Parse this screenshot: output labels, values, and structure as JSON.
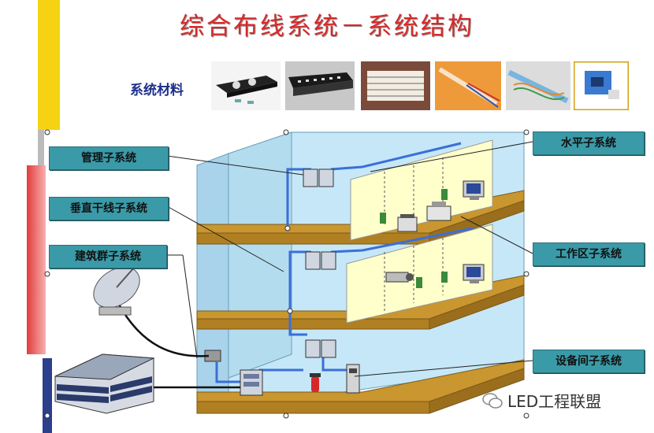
{
  "title": "综合布线系统－系统结构",
  "materials": {
    "label": "系统材料",
    "items": [
      {
        "name": "patch-panel-open-icon"
      },
      {
        "name": "patch-panel-rj45-icon"
      },
      {
        "name": "cross-connect-block-icon"
      },
      {
        "name": "fiber-cable-icon"
      },
      {
        "name": "twisted-pair-cable-icon"
      },
      {
        "name": "rj45-module-icon"
      }
    ]
  },
  "labels": {
    "management": "管理子系统",
    "vertical": "垂直干线子系统",
    "campus": "建筑群子系统",
    "horizontal": "水平子系统",
    "workarea": "工作区子系统",
    "equipment": "设备间子系统"
  },
  "watermark": "LED工程联盟",
  "colors": {
    "title": "#d42a2a",
    "label_bg": "#3a9aa8",
    "floor": "#c9962f",
    "wall": "#bfe3f5",
    "partition": "#ffffcc",
    "cable": "#3a6fd8"
  }
}
